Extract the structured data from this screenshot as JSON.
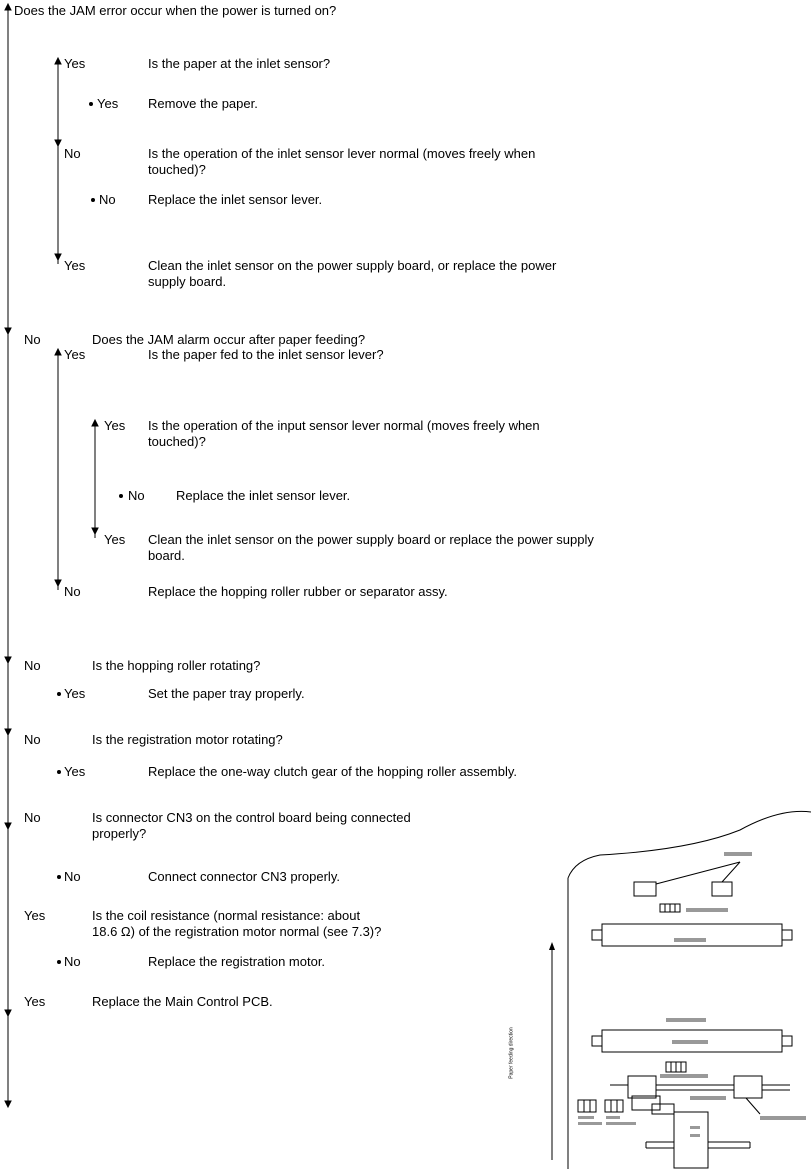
{
  "flow": {
    "q1": "Does the JAM error occur when the power is turned on?",
    "q1_yes": "Yes",
    "q1_yes_text": "Is the paper at the inlet sensor?",
    "q1_yes_yes": "Yes",
    "q1_yes_yes_text": "Remove the paper.",
    "q1_yes_no": "No",
    "q1_yes_no_text_1": "Is the operation of the inlet sensor lever normal (moves freely when",
    "q1_yes_no_text_2": "touched)?",
    "q1_yes_no_no": "No",
    "q1_yes_no_no_text": "Replace the inlet sensor lever.",
    "q1_yes_no_yes": "Yes",
    "q1_yes_no_yes_text_1": "Clean the inlet sensor on the power supply board, or replace the power",
    "q1_yes_no_yes_text_2": "supply board.",
    "q2_no": "No",
    "q2_text": "Does the JAM alarm occur after paper feeding?",
    "q2_yes": "Yes",
    "q2_yes_text": "Is the paper fed to the inlet sensor lever?",
    "q2_yes_yes": "Yes",
    "q2_yes_yes_text_1": "Is the operation of the input sensor lever normal (moves freely when",
    "q2_yes_yes_text_2": "touched)?",
    "q2_yes_yes_no": "No",
    "q2_yes_yes_no_text": "Replace the inlet sensor lever.",
    "q2_yes_yes_yes": "Yes",
    "q2_yes_yes_yes_text_1": "Clean the inlet sensor on the power supply board or replace the power supply",
    "q2_yes_yes_yes_text_2": "board.",
    "q2_yes_no": "No",
    "q2_yes_no_text": "Replace the hopping roller rubber or separator assy.",
    "q3_no": "No",
    "q3_text": "Is the hopping roller rotating?",
    "q3_yes": "Yes",
    "q3_yes_text": "Set the paper tray properly.",
    "q4_no": "No",
    "q4_text": "Is the registration motor rotating?",
    "q4_yes": "Yes",
    "q4_yes_text": "Replace the one-way clutch gear of the hopping roller assembly.",
    "q5_no": "No",
    "q5_text_1": "Is connector CN3 on the control board being connected",
    "q5_text_2": "properly?",
    "q5_no2": "No",
    "q5_no2_text": "Connect connector CN3 properly.",
    "q6_yes": "Yes",
    "q6_text_1": "Is the coil resistance (normal resistance:  about",
    "q6_text_2": "18.6 Ω) of the registration motor normal (see 7.3)?",
    "q6_no": "No",
    "q6_no_text": "Replace the registration motor.",
    "q7_yes": "Yes",
    "q7_text": "Replace the Main Control PCB."
  },
  "figure": {
    "side_label": "Paper feeding direction"
  }
}
